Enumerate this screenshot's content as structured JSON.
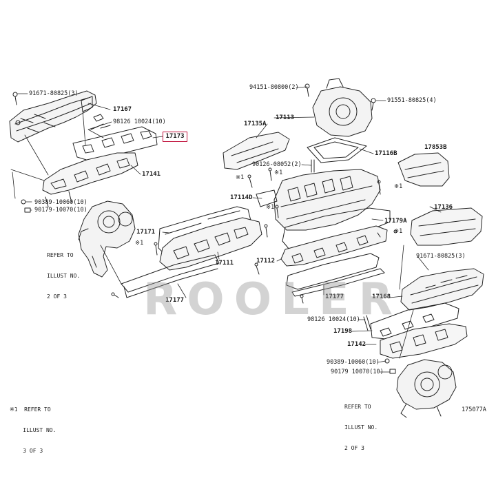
{
  "watermark": "ROOLER",
  "figure_code": "175077A",
  "highlight_part": "17173",
  "note_illust3": [
    "※1  REFER TO",
    "    ILLUST NO.",
    "    3 OF 3"
  ],
  "note_illust1": [
    "REFER TO",
    "ILLUST NO.",
    "2 OF 3"
  ],
  "note_illust2": [
    "REFER TO",
    "ILLUST NO.",
    "2 OF 3"
  ],
  "labels": {
    "l_91671_a": "91671-80825(3)",
    "l_17167": "17167",
    "l_98126_a": "98126  10024(10)",
    "l_17141": "17141",
    "l_90389_a": "90389-10060(10)",
    "l_90179_a": "90179-10070(10)",
    "l_94151": "94151-80800(2)",
    "l_91551": "91551-80825(4)",
    "l_17113": "17113",
    "l_17135a": "17135A",
    "l_17116b": "17116B",
    "l_17853b": "17853B",
    "l_90126": "90126-08052(2)",
    "l_x1_a": "※1",
    "l_x1_b": "※1",
    "l_x1_c": "※1",
    "l_x1_d": "※1",
    "l_x1_e": "※1",
    "l_17114d": "17114D",
    "l_17179a": "17179A",
    "l_17136": "17136",
    "l_17171": "17171",
    "l_17111": "17111",
    "l_17112": "17112",
    "l_91671_b": "91671-80825(3)",
    "l_17177_a": "17177",
    "l_17177_b": "17177",
    "l_17168": "17168",
    "l_98126_b": "98126  10024(10)",
    "l_17198": "17198",
    "l_17142": "17142",
    "l_90389_b": "90389-10060(10)",
    "l_90179_b": "90179  10070(10)",
    "l_x1_f": "※1"
  }
}
